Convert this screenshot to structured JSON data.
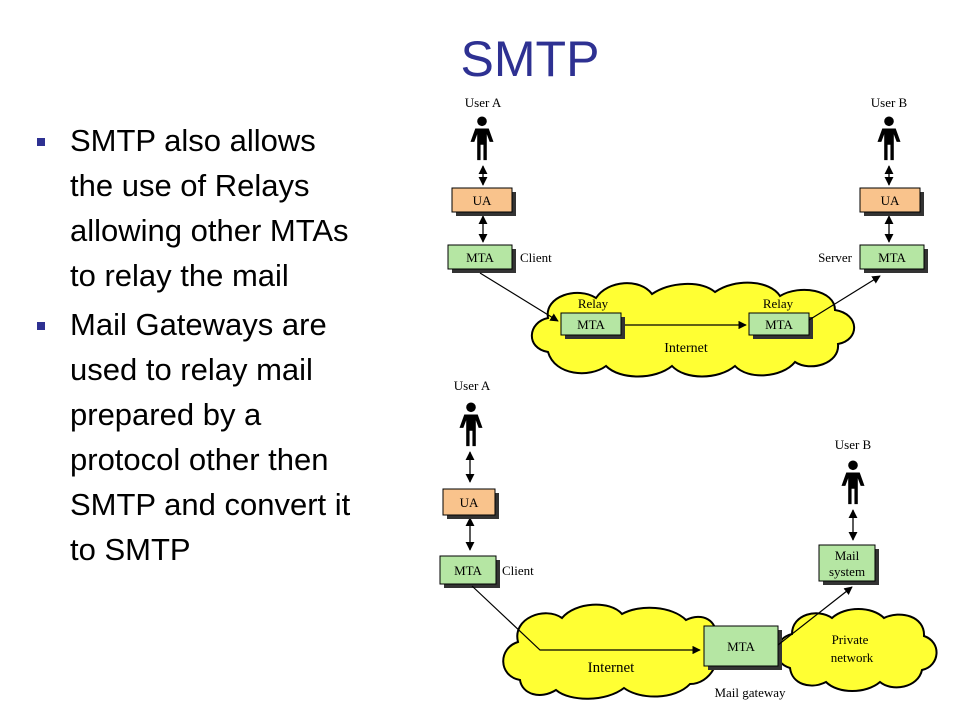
{
  "slide": {
    "title": "SMTP",
    "bullets": [
      {
        "lines": [
          "SMTP also allows",
          "the use of Relays",
          "allowing other MTAs",
          "to relay the mail"
        ]
      },
      {
        "lines": [
          "Mail Gateways are",
          "used to relay mail",
          "prepared by a",
          "protocol other then",
          "SMTP and convert it",
          "to SMTP"
        ]
      }
    ]
  },
  "top_diagram": {
    "user_a": "User A",
    "user_b": "User B",
    "ua_left": "UA",
    "ua_right": "UA",
    "mta_client": "MTA",
    "mta_server": "MTA",
    "client_label": "Client",
    "server_label": "Server",
    "relay_left_label": "Relay",
    "relay_right_label": "Relay",
    "relay_left_mta": "MTA",
    "relay_right_mta": "MTA",
    "cloud_label": "Internet"
  },
  "bottom_diagram": {
    "user_a": "User A",
    "user_b": "User B",
    "ua": "UA",
    "mta_client": "MTA",
    "client_label": "Client",
    "gateway_mta": "MTA",
    "gateway_label": "Mail gateway",
    "mail_system_line1": "Mail",
    "mail_system_line2": "system",
    "internet_label": "Internet",
    "private_line1": "Private",
    "private_line2": "network"
  },
  "colors": {
    "title": "#2e3192",
    "bullet": "#2e3192",
    "ua_box": "#f9c38c",
    "mta_box": "#b5e6a3",
    "cloud": "#ffff33",
    "box_shadow": "#333333"
  }
}
